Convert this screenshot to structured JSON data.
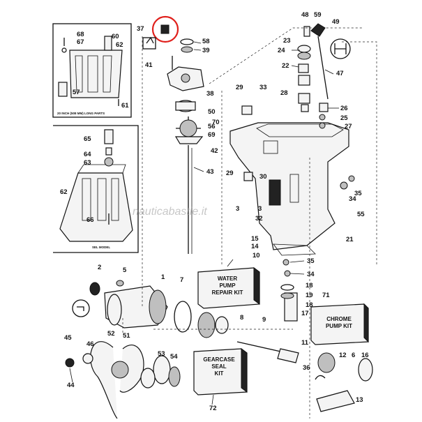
{
  "callouts": {
    "p1": "1",
    "p2": "2",
    "p3": "3",
    "p3b": "3",
    "p5": "5",
    "p6": "6",
    "p7": "7",
    "p8": "8",
    "p9": "9",
    "p10": "10",
    "p11": "11",
    "p12": "12",
    "p13": "13",
    "p14": "14",
    "p15": "15",
    "p16": "16",
    "p17": "17",
    "p18a": "18",
    "p18b": "18",
    "p19": "19",
    "p21": "21",
    "p22": "22",
    "p23": "23",
    "p24": "24",
    "p25": "25",
    "p26": "26",
    "p27": "27",
    "p28": "28",
    "p29a": "29",
    "p29b": "29",
    "p30": "30",
    "p32": "32",
    "p33": "33",
    "p34a": "34",
    "p34b": "34",
    "p35a": "35",
    "p35b": "35",
    "p36": "36",
    "p37": "37",
    "p38": "38",
    "p39": "39",
    "p41": "41",
    "p42": "42",
    "p43": "43",
    "p44": "44",
    "p45": "45",
    "p46": "46",
    "p47": "47",
    "p48": "48",
    "p49": "49",
    "p50": "50",
    "p51": "51",
    "p52": "52",
    "p53": "53",
    "p54": "54",
    "p55": "55",
    "p56": "56",
    "p57": "57",
    "p58": "58",
    "p59": "59",
    "p60": "60",
    "p61": "61",
    "p62a": "62",
    "p62b": "62",
    "p63": "63",
    "p64": "64",
    "p65": "65",
    "p66": "66",
    "p67": "67",
    "p68": "68",
    "p69": "69",
    "p70": "70",
    "p71": "71",
    "p72": "72"
  },
  "kits": {
    "water_pump": [
      "WATER",
      "PUMP",
      "REPAIR KIT"
    ],
    "chrome_pump": [
      "CHROME",
      "PUMP KIT"
    ],
    "gearcase_seal": [
      "GEARCASE",
      "SEAL",
      "KIT"
    ]
  },
  "insets": {
    "long_parts_caption": "20 INCH (508 MM) LONG PARTS",
    "sel_model_caption": "SEL MODEL"
  },
  "watermark": "nauticabastie.it",
  "colors": {
    "highlight_circle": "#e0201c",
    "line": "#111111"
  }
}
